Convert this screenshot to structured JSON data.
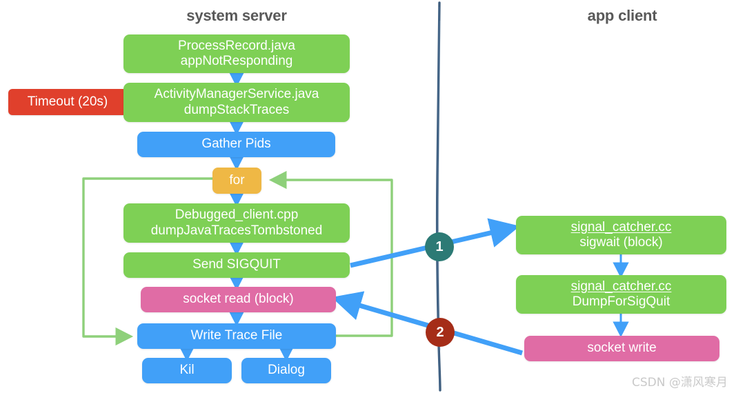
{
  "diagram": {
    "title_left": "system server",
    "title_right": "app client",
    "watermark": "CSDN @潇风寒月",
    "colors": {
      "green": "#7ed055",
      "blue": "#41a0f8",
      "pink": "#e06ca5",
      "orange": "#efb845",
      "red_badge": "#e0402c",
      "marker_one": "#2c7a75",
      "marker_two": "#a52d18",
      "arrow_blue": "#41a0f8",
      "loop_green": "#8ed07a",
      "divider": "#2e4f72",
      "title_text": "#595959",
      "background": "#ffffff"
    },
    "timeout_badge": {
      "label": "Timeout (20s)"
    },
    "markers": [
      {
        "id": "marker-1",
        "label": "1"
      },
      {
        "id": "marker-2",
        "label": "2"
      }
    ],
    "nodes": {
      "process_record": {
        "line1": "ProcessRecord.java",
        "line2": "appNotResponding"
      },
      "ams": {
        "line1": "ActivityManagerService.java",
        "line2": "dumpStackTraces"
      },
      "gather_pids": {
        "line1": "Gather Pids"
      },
      "for_loop": {
        "line1": "for"
      },
      "debuggerd_client": {
        "line1": "Debugged_client.cpp",
        "line2": "dumpJavaTracesTombstoned"
      },
      "send_sigquit": {
        "line1": "Send SIGQUIT"
      },
      "socket_read": {
        "line1": "socket read  (block)"
      },
      "write_trace_file": {
        "line1": "Write Trace File"
      },
      "kill": {
        "line1": "Kil"
      },
      "dialog": {
        "line1": "Dialog"
      },
      "sigwait": {
        "line1": "signal_catcher.cc",
        "line2": "sigwait  (block)"
      },
      "dump_for_sigquit": {
        "line1": "signal_catcher.cc",
        "line2": "DumpForSigQuit"
      },
      "socket_write": {
        "line1": "socket write"
      }
    }
  }
}
